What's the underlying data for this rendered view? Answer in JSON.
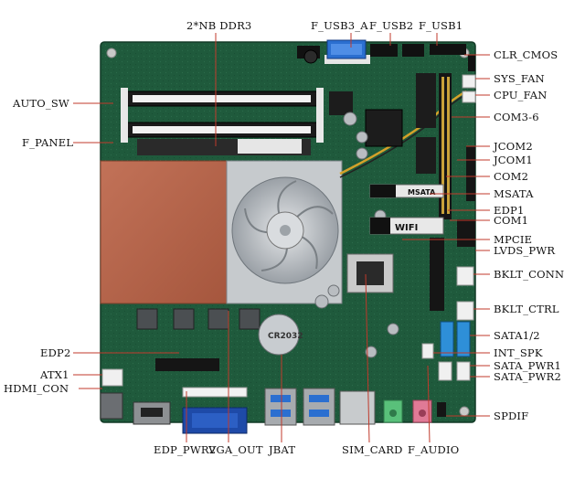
{
  "labels": {
    "ddr3": "2*NB DDR3",
    "f_usb3_a": "F_USB3_A",
    "f_usb2": "F_USB2",
    "f_usb1": "F_USB1",
    "clr_cmos": "CLR_CMOS",
    "sys_fan": "SYS_FAN",
    "cpu_fan": "CPU_FAN",
    "com3_6": "COM3-6",
    "jcom2": "JCOM2",
    "jcom1": "JCOM1",
    "com2": "COM2",
    "msata": "MSATA",
    "edp1": "EDP1",
    "com1": "COM1",
    "mpcie": "MPCIE",
    "lvds_pwr": "LVDS_PWR",
    "bklt_conn": "BKLT_CONN",
    "bklt_ctrl": "BKLT_CTRL",
    "sata12": "SATA1/2",
    "int_spk": "INT_SPK",
    "sata_pwr1": "SATA_PWR1",
    "sata_pwr2": "SATA_PWR2",
    "spdif": "SPDIF",
    "auto_sw": "AUTO_SW",
    "f_panel": "F_PANEL",
    "edp2": "EDP2",
    "atx1": "ATX1",
    "hdmi_con": "HDMI_CON",
    "edp_pwr2": "EDP_PWR2",
    "vga_out": "VGA_OUT",
    "jbat": "JBAT",
    "sim_card": "SIM_CARD",
    "f_audio": "F_AUDIO"
  },
  "board_markings": {
    "msata_slot": "MSATA",
    "wifi_slot": "WIFI",
    "battery": "CR2032"
  },
  "colors": {
    "pcb": "#1f5a3c",
    "heatsink": "#b5664a",
    "sata": "#2e8fd8",
    "usb3": "#2b6fd0",
    "vga": "#1e4aa8",
    "audio_green": "#59c07a",
    "audio_pink": "#e07a96",
    "leader": "#c0392b"
  }
}
